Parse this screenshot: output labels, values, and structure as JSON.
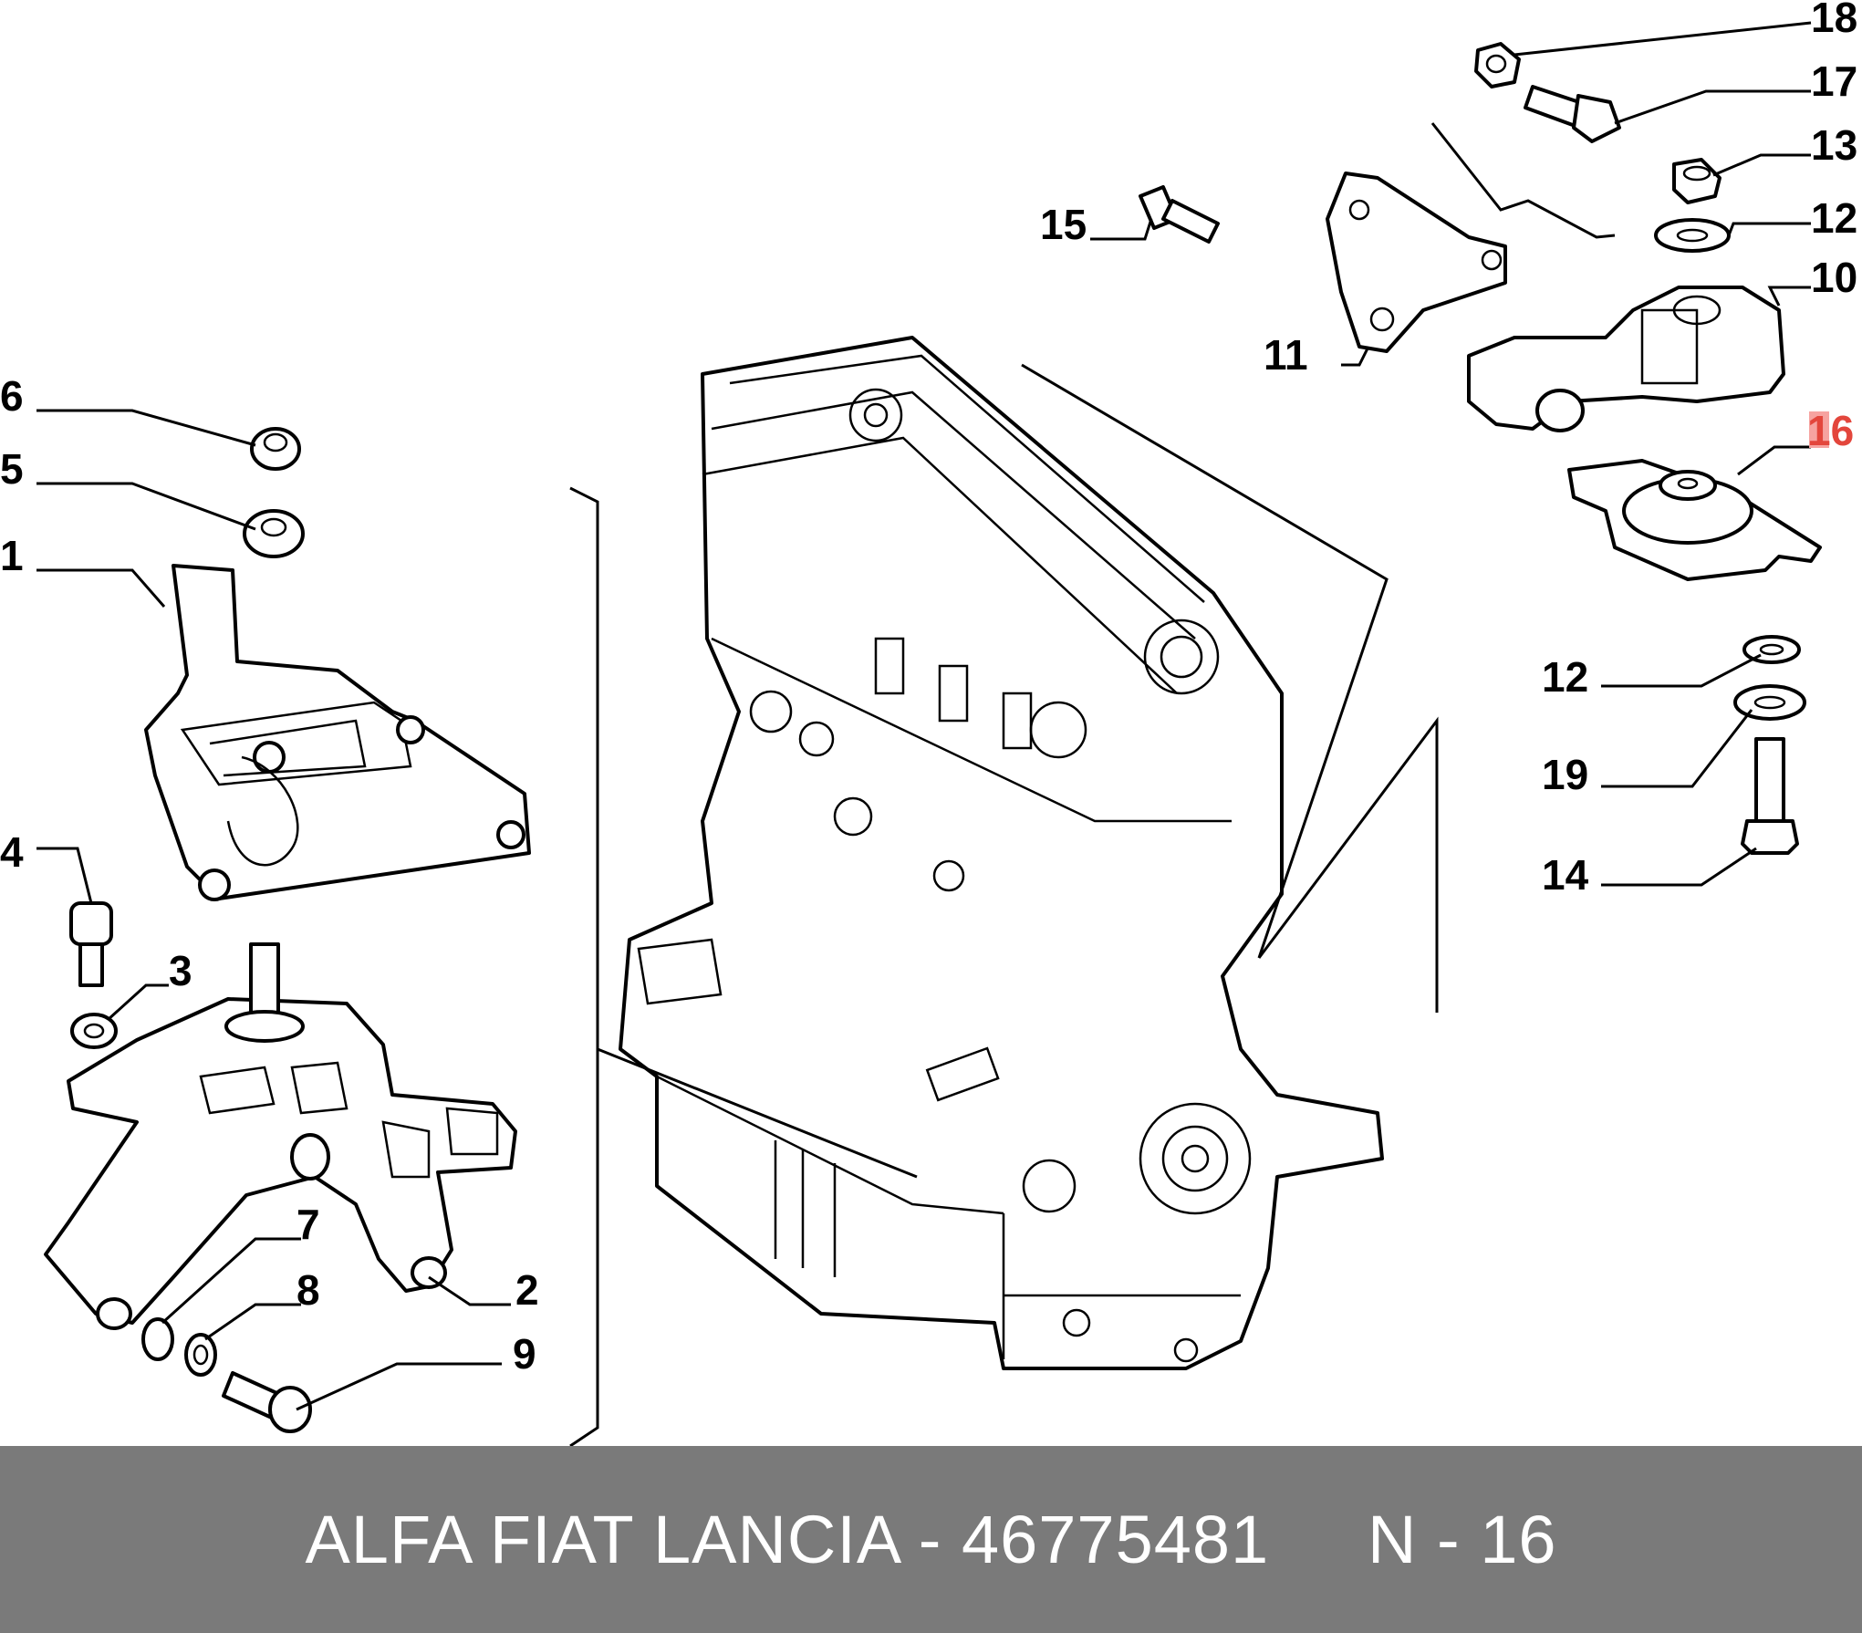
{
  "footer": {
    "brand": "ALFA FIAT LANCIA",
    "separator": "-",
    "part_number": "46775481",
    "position_ref": "N - 16"
  },
  "highlight_color": "#e3463c",
  "callouts": [
    {
      "id": "1",
      "label": "1"
    },
    {
      "id": "2",
      "label": "2"
    },
    {
      "id": "3",
      "label": "3"
    },
    {
      "id": "4",
      "label": "4"
    },
    {
      "id": "5",
      "label": "5"
    },
    {
      "id": "6",
      "label": "6"
    },
    {
      "id": "7",
      "label": "7"
    },
    {
      "id": "8",
      "label": "8"
    },
    {
      "id": "9",
      "label": "9"
    },
    {
      "id": "10",
      "label": "10"
    },
    {
      "id": "11",
      "label": "11"
    },
    {
      "id": "12a",
      "label": "12"
    },
    {
      "id": "12b",
      "label": "12"
    },
    {
      "id": "13",
      "label": "13"
    },
    {
      "id": "14",
      "label": "14"
    },
    {
      "id": "15",
      "label": "15"
    },
    {
      "id": "16",
      "label": "16",
      "highlighted": true
    },
    {
      "id": "17",
      "label": "17"
    },
    {
      "id": "18",
      "label": "18"
    },
    {
      "id": "19",
      "label": "19"
    }
  ]
}
